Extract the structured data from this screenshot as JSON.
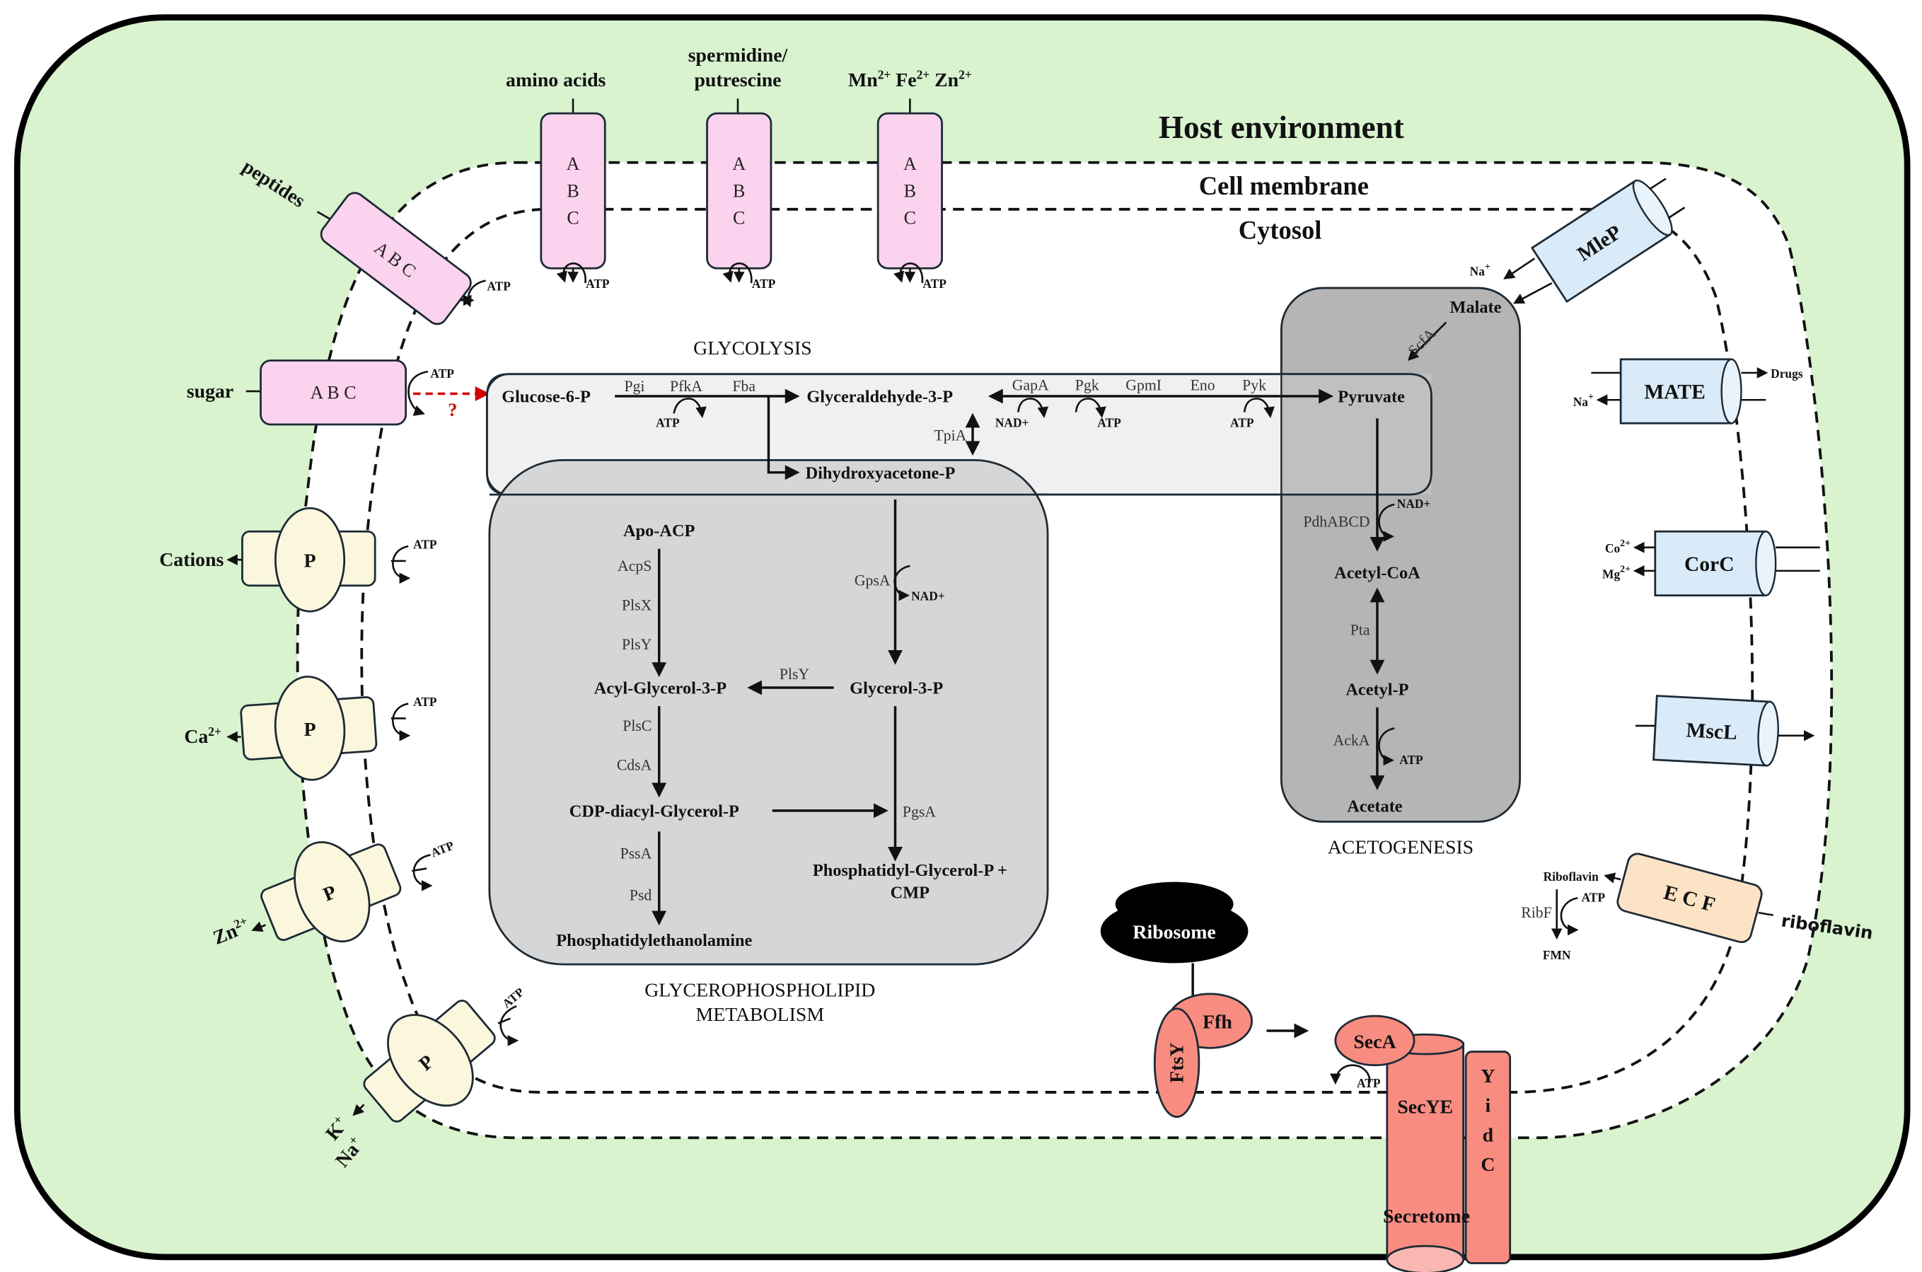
{
  "regions": {
    "host": "Host environment",
    "membrane": "Cell membrane",
    "cytosol": "Cytosol"
  },
  "colors": {
    "host_bg": "#d8f3ce",
    "abc_transporter": "#fcd3ee",
    "p_type_atpase": "#faf7dc",
    "channel": "#d9ebf8",
    "ecf": "#fde3c6",
    "secretion": "#f88c81",
    "glycolysis_box": "#f0f0f0",
    "gpl_box": "#d6d6d6",
    "acetogenesis_box": "#b5b5b5",
    "unknown_link": "#d40000"
  },
  "abc_transporters": [
    {
      "substrate": "amino acids",
      "letters": [
        "A",
        "B",
        "C"
      ],
      "cofactor": "ATP"
    },
    {
      "substrate_line1": "spermidine/",
      "substrate_line2": "putrescine",
      "letters": [
        "A",
        "B",
        "C"
      ],
      "cofactor": "ATP"
    },
    {
      "substrate": "Mn2+ Fe2+ Zn2+",
      "ions": [
        "Mn",
        "Fe",
        "Zn"
      ],
      "charge": "2+",
      "letters": [
        "A",
        "B",
        "C"
      ],
      "cofactor": "ATP"
    },
    {
      "substrate": "peptides",
      "label": "A B C",
      "cofactor": "ATP"
    },
    {
      "substrate": "sugar",
      "label": "A B C",
      "cofactor": "ATP",
      "link": "?"
    }
  ],
  "p_type_atpases": [
    {
      "label": "P",
      "exported": "Cations",
      "cofactor": "ATP"
    },
    {
      "label": "P",
      "exported": "Ca",
      "charge": "2+",
      "cofactor": "ATP"
    },
    {
      "label": "P",
      "exported": "Zn",
      "charge": "2+",
      "cofactor": "ATP"
    },
    {
      "label": "P",
      "exported_1": "K",
      "exported_2": "Na",
      "charge": "+",
      "cofactor": "ATP"
    }
  ],
  "channels": [
    {
      "name": "MleP",
      "out": "Na",
      "out_charge": "+",
      "in": "Malate"
    },
    {
      "name": "MATE",
      "out": "Drugs",
      "in": "Na",
      "in_charge": "+"
    },
    {
      "name": "CorC",
      "ions": [
        "Co",
        "Mg"
      ],
      "charge": "2+"
    },
    {
      "name": "MscL"
    }
  ],
  "ecf": {
    "name": "E C F",
    "substrate_out": "riboflavin",
    "substrate_in": "Riboflavin",
    "enzyme": "RibF",
    "cofactor": "ATP",
    "product": "FMN"
  },
  "glycolysis": {
    "title": "GLYCOLYSIS",
    "glucose6p": "Glucose-6-P",
    "g3p": "Glyceraldehyde-3-P",
    "dhap": "Dihydroxyacetone-P",
    "pyruvate": "Pyruvate",
    "enzymes": [
      "Pgi",
      "PfkA",
      "Fba",
      "GapA",
      "Pgk",
      "GpmI",
      "Eno",
      "Pyk"
    ],
    "tpia": "TpiA",
    "cofactors": {
      "pfka": "ATP",
      "gapa": "NAD+",
      "pgk": "ATP",
      "pyk": "ATP"
    }
  },
  "gpl": {
    "title_line1": "GLYCEROPHOSPHOLIPID",
    "title_line2": "METABOLISM",
    "apo_acp": "Apo-ACP",
    "acps": "AcpS",
    "plsx": "PlsX",
    "plsy1": "PlsY",
    "acyl_g3p": "Acyl-Glycerol-3-P",
    "plsy2": "PlsY",
    "glycerol3p": "Glycerol-3-P",
    "gpsa": "GpsA",
    "gpsa_cof": "NAD+",
    "plsc": "PlsC",
    "cdsa": "CdsA",
    "cdp": "CDP-diacyl-Glycerol-P",
    "pgsa": "PgsA",
    "pgp_line1": "Phosphatidyl-Glycerol-P +",
    "pgp_line2": "CMP",
    "pssa": "PssA",
    "psd": "Psd",
    "pe": "Phosphatidylethanolamine"
  },
  "acetogenesis": {
    "title": "ACETOGENESIS",
    "malate": "Malate",
    "scfa": "ScfA",
    "pdh": "PdhABCD",
    "pdh_cof": "NAD+",
    "acetyl_coa": "Acetyl-CoA",
    "pta": "Pta",
    "acetyl_p": "Acetyl-P",
    "acka": "AckA",
    "acka_cof": "ATP",
    "acetate": "Acetate"
  },
  "secretion": {
    "ribosome": "Ribosome",
    "ffh": "Ffh",
    "ftsy": "FtsY",
    "seca": "SecA",
    "seca_cof": "ATP",
    "secye": "SecYE",
    "yidc": [
      "Y",
      "i",
      "d",
      "C"
    ],
    "secretome": "Secretome"
  }
}
